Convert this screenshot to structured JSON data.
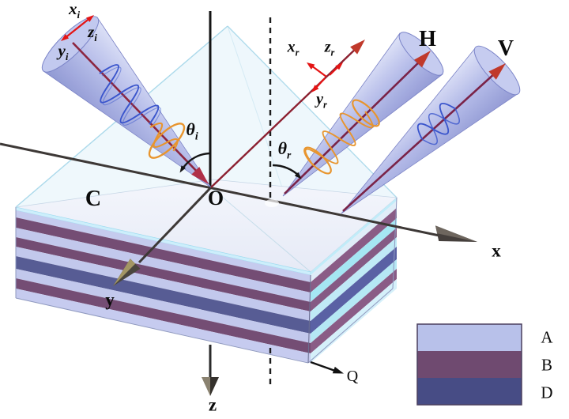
{
  "scene": {
    "origin_label": "O",
    "cover_label": "C",
    "q_label": "Q",
    "axes": {
      "x": "x",
      "y": "y",
      "z": "z"
    },
    "beams": {
      "horizontal_label": "H",
      "vertical_label": "V"
    },
    "incident_frame": {
      "x": {
        "base": "x",
        "sub": "i"
      },
      "z": {
        "base": "z",
        "sub": "i"
      },
      "y": {
        "base": "y",
        "sub": "i"
      }
    },
    "reflected_frame": {
      "x": {
        "base": "x",
        "sub": "r"
      },
      "z": {
        "base": "z",
        "sub": "r"
      },
      "y": {
        "base": "y",
        "sub": "r"
      }
    },
    "angles": {
      "incidence": {
        "base": "θ",
        "sub": "i"
      },
      "reflection": {
        "base": "θ",
        "sub": "r"
      }
    },
    "legend": {
      "items": [
        {
          "label": "A",
          "color": "#b8c1ea"
        },
        {
          "label": "B",
          "color": "#6f4a70"
        },
        {
          "label": "D",
          "color": "#474c85"
        }
      ]
    },
    "colors": {
      "beam_fill": "#b6bdea",
      "beam_axis": "#7a2348",
      "beam_arrow": "#c0392b",
      "frame_arrow": "#e41414",
      "wave_blue": "#3a55cc",
      "wave_orange": "#e8952e",
      "layer_a": "#c2c8ec",
      "layer_b": "#744d74",
      "layer_d": "#575c94",
      "glass_edge": "#cdeefb",
      "axis_dark": "#3d3836"
    }
  }
}
